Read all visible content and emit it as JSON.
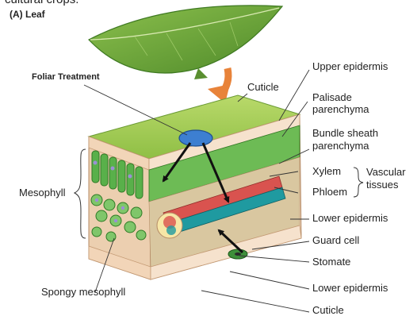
{
  "top_text": "cultural crops.",
  "panel_label": "(A) Leaf",
  "labels": {
    "foliar_treatment": "Foliar Treatment",
    "cuticle_top": "Cuticle",
    "upper_epidermis": "Upper epidermis",
    "palisade_1": "Palisade",
    "palisade_2": "parenchyma",
    "bundle_1": "Bundle sheath",
    "bundle_2": "parenchyma",
    "xylem": "Xylem",
    "phloem": "Phloem",
    "vascular_1": "Vascular",
    "vascular_2": "tissues",
    "lower_epidermis_1": "Lower epidermis",
    "guard_cell": "Guard cell",
    "stomate": "Stomate",
    "lower_epidermis_2": "Lower epidermis",
    "cuticle_bottom": "Cuticle",
    "mesophyll": "Mesophyll",
    "spongy": "Spongy mesophyll"
  },
  "colors": {
    "leaf": "#6fa33b",
    "leaf_dark": "#3f7a22",
    "arrow_orange": "#e8833a",
    "cuticle_top": "#a9cf5a",
    "epidermis": "#f2d5b8",
    "cell_green": "#59b04a",
    "chloroplast": "#9fdc7a",
    "nucleus": "#9b8fd6",
    "treatment_spot": "#3d7fd1",
    "xylem": "#d9534f",
    "phloem": "#1f9aa0"
  }
}
